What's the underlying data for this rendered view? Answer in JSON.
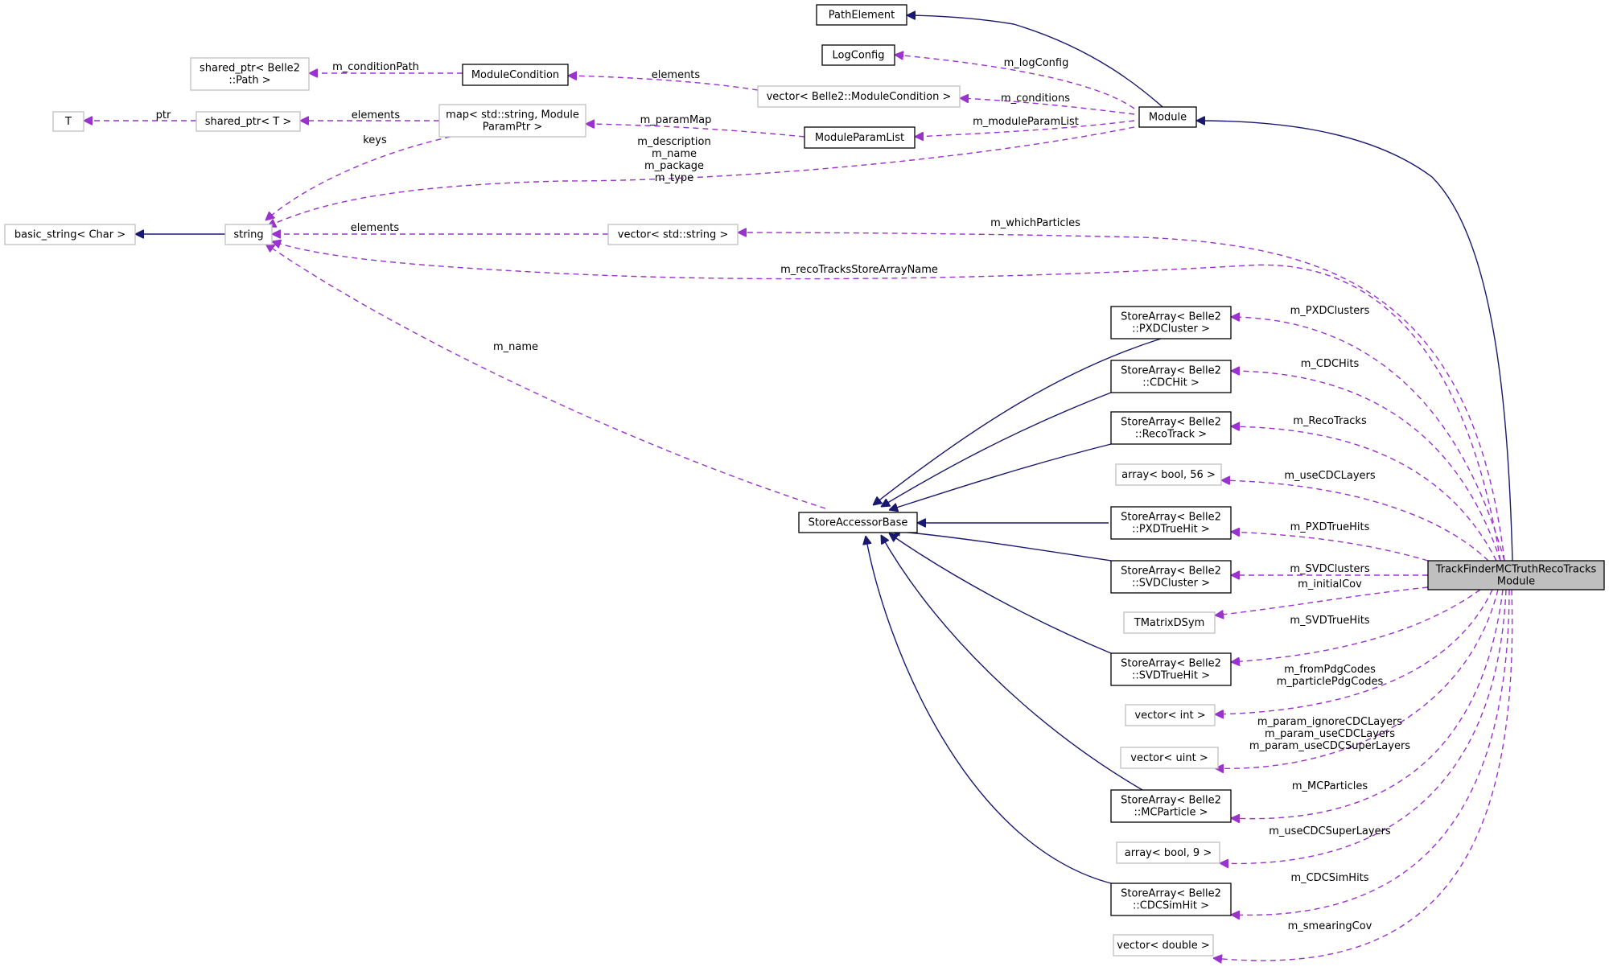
{
  "colors": {
    "inheritance": "#191970",
    "usage": "#9a32cd",
    "node_fill": "#ffffff",
    "node_border": "#000000",
    "node_border_light": "#bfbfbf",
    "highlight_fill": "#bfbfbf"
  },
  "nodes": [
    {
      "id": "path_element",
      "lines": [
        "PathElement"
      ],
      "style": "solid",
      "interactable": true
    },
    {
      "id": "log_config",
      "lines": [
        "LogConfig"
      ],
      "style": "solid",
      "interactable": true
    },
    {
      "id": "shared_ptr_path",
      "lines": [
        "shared_ptr< Belle2",
        "::Path >"
      ],
      "style": "light",
      "interactable": false
    },
    {
      "id": "module_condition",
      "lines": [
        "ModuleCondition"
      ],
      "style": "solid",
      "interactable": true
    },
    {
      "id": "vector_module_condition",
      "lines": [
        "vector< Belle2::ModuleCondition >"
      ],
      "style": "light",
      "interactable": false
    },
    {
      "id": "T",
      "lines": [
        "T"
      ],
      "style": "light",
      "interactable": false
    },
    {
      "id": "shared_ptr_T",
      "lines": [
        "shared_ptr< T >"
      ],
      "style": "light",
      "interactable": false
    },
    {
      "id": "map_param",
      "lines": [
        "map< std::string, Module",
        "ParamPtr >"
      ],
      "style": "light",
      "interactable": false
    },
    {
      "id": "module_param_list",
      "lines": [
        "ModuleParamList"
      ],
      "style": "solid",
      "interactable": true
    },
    {
      "id": "module",
      "lines": [
        "Module"
      ],
      "style": "solid",
      "interactable": true
    },
    {
      "id": "basic_string",
      "lines": [
        "basic_string< Char >"
      ],
      "style": "light",
      "interactable": false
    },
    {
      "id": "string",
      "lines": [
        "string"
      ],
      "style": "light",
      "interactable": false
    },
    {
      "id": "vector_string",
      "lines": [
        "vector< std::string >"
      ],
      "style": "light",
      "interactable": false
    },
    {
      "id": "sa_pxd_cluster",
      "lines": [
        "StoreArray< Belle2",
        "::PXDCluster >"
      ],
      "style": "solid",
      "interactable": true
    },
    {
      "id": "sa_cdc_hit",
      "lines": [
        "StoreArray< Belle2",
        "::CDCHit >"
      ],
      "style": "solid",
      "interactable": true
    },
    {
      "id": "sa_reco_track",
      "lines": [
        "StoreArray< Belle2",
        "::RecoTrack >"
      ],
      "style": "solid",
      "interactable": true
    },
    {
      "id": "array_bool_56",
      "lines": [
        "array< bool, 56 >"
      ],
      "style": "light",
      "interactable": false
    },
    {
      "id": "store_accessor_base",
      "lines": [
        "StoreAccessorBase"
      ],
      "style": "solid",
      "interactable": true
    },
    {
      "id": "sa_pxd_true_hit",
      "lines": [
        "StoreArray< Belle2",
        "::PXDTrueHit >"
      ],
      "style": "solid",
      "interactable": true
    },
    {
      "id": "sa_svd_cluster",
      "lines": [
        "StoreArray< Belle2",
        "::SVDCluster >"
      ],
      "style": "solid",
      "interactable": true
    },
    {
      "id": "tmatrix",
      "lines": [
        "TMatrixDSym"
      ],
      "style": "light",
      "interactable": false
    },
    {
      "id": "sa_svd_true_hit",
      "lines": [
        "StoreArray< Belle2",
        "::SVDTrueHit >"
      ],
      "style": "solid",
      "interactable": true
    },
    {
      "id": "vector_int",
      "lines": [
        "vector< int >"
      ],
      "style": "light",
      "interactable": false
    },
    {
      "id": "vector_uint",
      "lines": [
        "vector< uint >"
      ],
      "style": "light",
      "interactable": false
    },
    {
      "id": "sa_mc_particle",
      "lines": [
        "StoreArray< Belle2",
        "::MCParticle >"
      ],
      "style": "solid",
      "interactable": true
    },
    {
      "id": "array_bool_9",
      "lines": [
        "array< bool, 9 >"
      ],
      "style": "light",
      "interactable": false
    },
    {
      "id": "sa_cdc_sim_hit",
      "lines": [
        "StoreArray< Belle2",
        "::CDCSimHit >"
      ],
      "style": "solid",
      "interactable": true
    },
    {
      "id": "vector_double",
      "lines": [
        "vector< double >"
      ],
      "style": "light",
      "interactable": false
    },
    {
      "id": "main",
      "lines": [
        "TrackFinderMCTruthRecoTracks",
        "Module"
      ],
      "style": "highlight",
      "interactable": false
    }
  ],
  "edge_labels": [
    {
      "id": "logconfig",
      "lines": [
        "m_logConfig"
      ]
    },
    {
      "id": "conditionpath",
      "lines": [
        "m_conditionPath"
      ]
    },
    {
      "id": "elements1",
      "lines": [
        "elements"
      ]
    },
    {
      "id": "conditions",
      "lines": [
        "m_conditions"
      ]
    },
    {
      "id": "ptr",
      "lines": [
        "ptr"
      ]
    },
    {
      "id": "elements2",
      "lines": [
        "elements"
      ]
    },
    {
      "id": "parammap",
      "lines": [
        "m_paramMap"
      ]
    },
    {
      "id": "moduleparamlist",
      "lines": [
        "m_moduleParamList"
      ]
    },
    {
      "id": "keys",
      "lines": [
        "keys"
      ]
    },
    {
      "id": "description",
      "lines": [
        "m_description",
        "m_name",
        "m_package",
        "m_type"
      ]
    },
    {
      "id": "elements3",
      "lines": [
        "elements"
      ]
    },
    {
      "id": "whichparticles",
      "lines": [
        "m_whichParticles"
      ]
    },
    {
      "id": "recotracksname",
      "lines": [
        "m_recoTracksStoreArrayName"
      ]
    },
    {
      "id": "name",
      "lines": [
        "m_name"
      ]
    },
    {
      "id": "pxdclusters",
      "lines": [
        "m_PXDClusters"
      ]
    },
    {
      "id": "cdchits",
      "lines": [
        "m_CDCHits"
      ]
    },
    {
      "id": "recotracks",
      "lines": [
        "m_RecoTracks"
      ]
    },
    {
      "id": "usecdclayers",
      "lines": [
        "m_useCDCLayers"
      ]
    },
    {
      "id": "pxdtruehits",
      "lines": [
        "m_PXDTrueHits"
      ]
    },
    {
      "id": "svdclusters",
      "lines": [
        "m_SVDClusters"
      ]
    },
    {
      "id": "initialcov",
      "lines": [
        "m_initialCov"
      ]
    },
    {
      "id": "svdtruehits",
      "lines": [
        "m_SVDTrueHits"
      ]
    },
    {
      "id": "pdgcodes",
      "lines": [
        "m_fromPdgCodes",
        "m_particlePdgCodes"
      ]
    },
    {
      "id": "paramlayers",
      "lines": [
        "m_param_ignoreCDCLayers",
        "m_param_useCDCLayers",
        "m_param_useCDCSuperLayers"
      ]
    },
    {
      "id": "mcparticles",
      "lines": [
        "m_MCParticles"
      ]
    },
    {
      "id": "usecdcsuperlayers",
      "lines": [
        "m_useCDCSuperLayers"
      ]
    },
    {
      "id": "cdcsimhits",
      "lines": [
        "m_CDCSimHits"
      ]
    },
    {
      "id": "smearingcov",
      "lines": [
        "m_smearingCov"
      ]
    }
  ]
}
